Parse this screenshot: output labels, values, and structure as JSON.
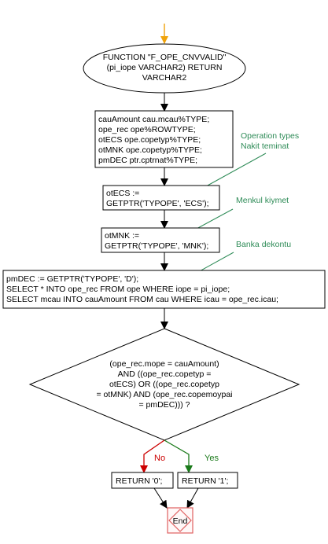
{
  "start": {
    "lines": [
      "FUNCTION  \"F_OPE_CNVVALID\"",
      "(pi_iope VARCHAR2) RETURN",
      "VARCHAR2"
    ]
  },
  "declarations": {
    "lines": [
      "cauAmount cau.mcau%TYPE;",
      "ope_rec ope%ROWTYPE;",
      "otECS ope.copetyp%TYPE;",
      "otMNK ope.copetyp%TYPE;",
      "pmDEC ptr.cptrnat%TYPE;"
    ]
  },
  "notes": {
    "operation_types": [
      "Operation types",
      "Nakit teminat"
    ],
    "menkul": "Menkul kiymet",
    "banka": "Banka dekontu"
  },
  "assign_ecs": {
    "lines": [
      "otECS :=",
      "GETPTR('TYPOPE', 'ECS');"
    ]
  },
  "assign_mnk": {
    "lines": [
      "otMNK :=",
      "GETPTR('TYPOPE', 'MNK');"
    ]
  },
  "queries": {
    "lines": [
      "pmDEC := GETPTR('TYPOPE', 'D');",
      "SELECT * INTO ope_rec FROM ope WHERE iope = pi_iope;",
      "SELECT mcau INTO cauAmount FROM cau WHERE icau = ope_rec.icau;"
    ]
  },
  "decision": {
    "lines": [
      "(ope_rec.mope = cauAmount)",
      "AND ((ope_rec.copetyp =",
      "otECS) OR ((ope_rec.copetyp",
      "= otMNK) AND (ope_rec.copemoypai",
      "= pmDEC))) ?"
    ]
  },
  "branches": {
    "no_label": "No",
    "yes_label": "Yes"
  },
  "returns": {
    "zero": "RETURN '0';",
    "one": "RETURN '1';"
  },
  "end": {
    "label": "End"
  },
  "colors": {
    "start_arrow": "#f0a30a",
    "end_border": "#e06060",
    "end_fill": "#fff8f8",
    "no": "#cc0000",
    "yes": "#1a7a1a",
    "note": "#2e8b57"
  }
}
